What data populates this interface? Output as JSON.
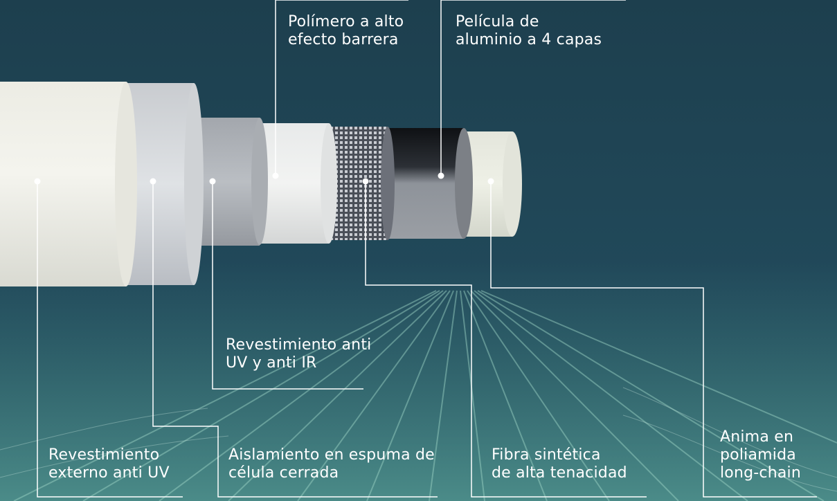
{
  "colors": {
    "background": "#1e4452",
    "leader_line": "#ffffff",
    "label_text": "#ffffff"
  },
  "layers": [
    {
      "id": "polimero",
      "lines": [
        "Polímero a alto",
        "efecto barrera"
      ]
    },
    {
      "id": "pelicula",
      "lines": [
        "Película de",
        "aluminio a 4 capas"
      ]
    },
    {
      "id": "revestimiento-uv-ir",
      "lines": [
        "Revestimiento anti",
        "UV y anti IR"
      ]
    },
    {
      "id": "revestimiento-externo",
      "lines": [
        "Revestimiento",
        "externo anti UV"
      ]
    },
    {
      "id": "aislamiento",
      "lines": [
        "Aislamiento en espuma de",
        "célula cerrada"
      ]
    },
    {
      "id": "fibra",
      "lines": [
        "Fibra sintética",
        "de alta tenacidad"
      ]
    },
    {
      "id": "anima",
      "lines": [
        "Anima en",
        "poliamida",
        "long-chain"
      ]
    }
  ]
}
